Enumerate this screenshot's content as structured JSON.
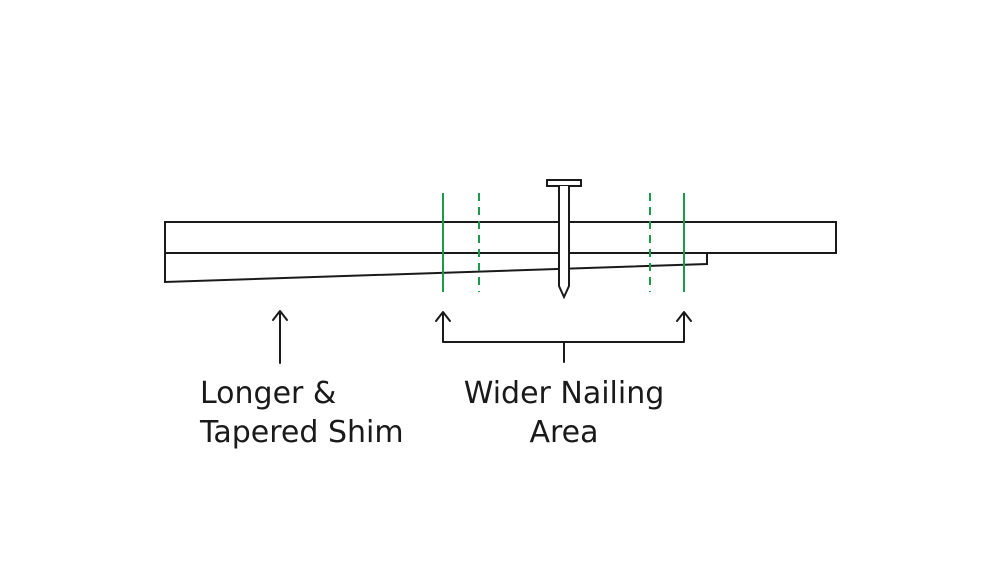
{
  "labels": {
    "shim_line1": "Longer &",
    "shim_line2": "Tapered Shim",
    "nailing_line1": "Wider Nailing",
    "nailing_line2": "Area"
  },
  "colors": {
    "stroke": "#1a1a1a",
    "guide": "#1a9a4a",
    "background": "#ffffff"
  }
}
